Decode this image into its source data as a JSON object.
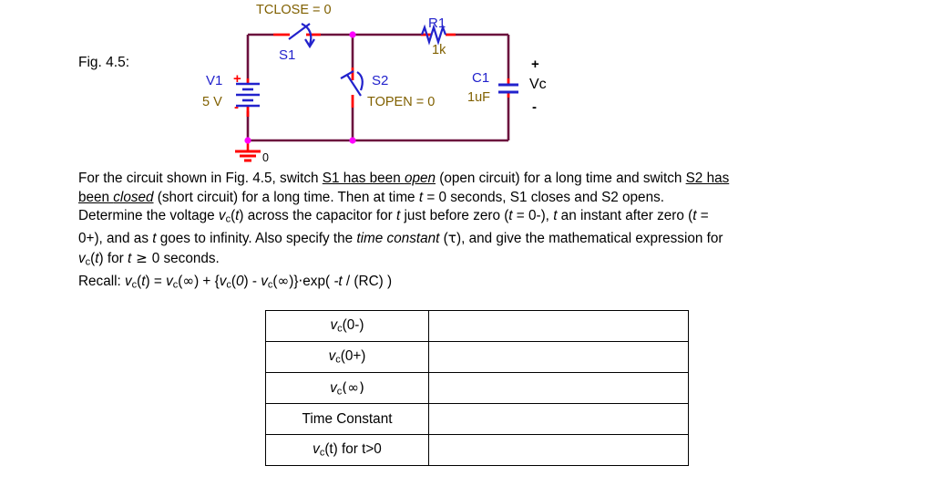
{
  "figure": {
    "label": "Fig. 4.5:",
    "circuit": {
      "tclose_label": "TCLOSE = 0",
      "topen_label": "TOPEN = 0",
      "s1_label": "S1",
      "s2_label": "S2",
      "r1_name": "R1",
      "r1_value": "1k",
      "c1_name": "C1",
      "c1_value": "1uF",
      "v1_name": "V1",
      "v1_value": "5 V",
      "v1_plus": "+",
      "v1_minus": "-",
      "vc_plus": "+",
      "vc_label": "Vc",
      "vc_minus": "-",
      "ground_label": "0",
      "colors": {
        "wire": "#6b0f3d",
        "pin": "#ff0000",
        "node": "#ff00ff",
        "symbol": "#2222cc",
        "ground": "#ff0000",
        "text_component": "#2222cc",
        "text_param": "#806000"
      }
    }
  },
  "body": {
    "line1_a": "For the circuit shown in Fig. 4.5, switch ",
    "line1_u1": "S1 has been ",
    "line1_u1i": "open",
    "line1_b": " (open circuit) for a long time and switch ",
    "line1_u2": "S2 has",
    "line2_u": "been ",
    "line2_ui": "closed",
    "line2_a": " (short circuit) for a long time.  Then at time ",
    "line2_t": "t",
    "line2_b": " = 0 seconds, S1 closes and S2 opens.",
    "line3_a": "Determine the voltage ",
    "line3_v": "v",
    "line3_vsub": "c",
    "line3_b": "(",
    "line3_t1": "t",
    "line3_c": ") across the capacitor for ",
    "line3_t2": "t",
    "line3_d": " just before zero (",
    "line3_t3": "t",
    "line3_e": " = 0-), ",
    "line3_t4": "t",
    "line3_f": " an instant after zero (",
    "line3_t5": "t",
    "line3_g": " =",
    "line4_a": "0+), and as ",
    "line4_t": "t",
    "line4_b": " goes to infinity.  Also specify the ",
    "line4_it": "time constant",
    "line4_c": " (",
    "line4_tau": "τ",
    "line4_d": "), and give the mathematical expression for",
    "line5_v": "v",
    "line5_vsub": "c",
    "line5_a": "(",
    "line5_t": "t",
    "line5_b": ") for ",
    "line5_t2": "t",
    "line5_ge": " ≥ ",
    "line5_c": "0 seconds.",
    "line6_recall": "Recall:  ",
    "line6_formula_1": "v",
    "line6_sub1": "c",
    "line6_f2": "(",
    "line6_t1": "t",
    "line6_f3": ") = ",
    "line6_v2": "v",
    "line6_sub2": "c",
    "line6_f4": "(",
    "line6_inf1": "∞",
    "line6_f5": ") + {",
    "line6_v3": "v",
    "line6_sub3": "c",
    "line6_f6": "(",
    "line6_zero": "0",
    "line6_f7": ") - ",
    "line6_v4": "v",
    "line6_sub4": "c",
    "line6_f8": "(",
    "line6_inf2": "∞",
    "line6_f9": ")}",
    "line6_dot": "·",
    "line6_f10": "exp( ",
    "line6_negt": "-t",
    "line6_f11": " / (RC) )"
  },
  "table": {
    "rows": [
      {
        "label_v": "v",
        "label_sub": "c",
        "label_rest": "(0-)",
        "value": ""
      },
      {
        "label_v": "v",
        "label_sub": "c",
        "label_rest": "(0+)",
        "value": ""
      },
      {
        "label_v": "v",
        "label_sub": "c",
        "label_rest": "(∞)",
        "value": ""
      },
      {
        "label_v": "",
        "label_sub": "",
        "label_rest": "Time Constant",
        "value": ""
      },
      {
        "label_v": "v",
        "label_sub": "c",
        "label_rest": "(t) for t>0",
        "value": ""
      }
    ]
  }
}
